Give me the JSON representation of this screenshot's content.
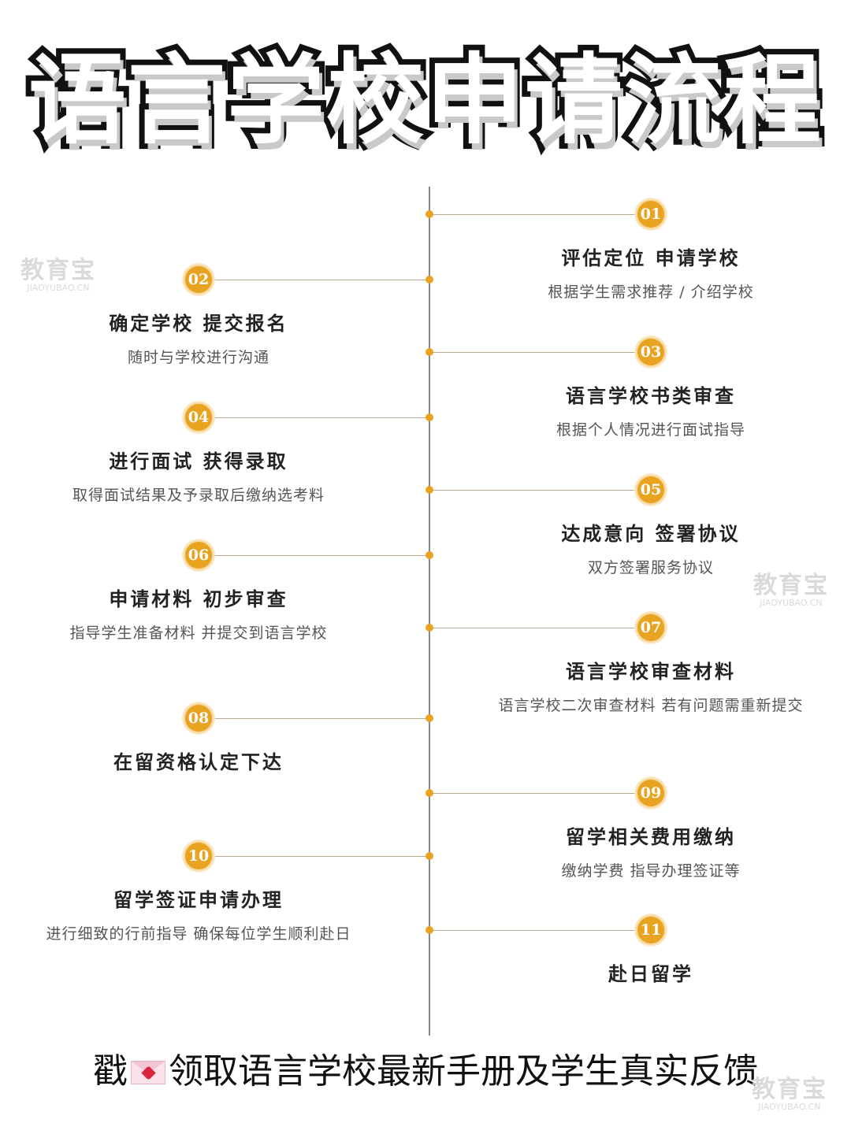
{
  "title": "语言学校申请流程",
  "steps": [
    {
      "number": "01",
      "title": "评估定位 申请学校",
      "desc": "根据学生需求推荐 / 介绍学校"
    },
    {
      "number": "02",
      "title": "确定学校 提交报名",
      "desc": "随时与学校进行沟通"
    },
    {
      "number": "03",
      "title": "语言学校书类审查",
      "desc": "根据个人情况进行面试指导"
    },
    {
      "number": "04",
      "title": "进行面试 获得录取",
      "desc": "取得面试结果及予录取后缴纳选考料"
    },
    {
      "number": "05",
      "title": "达成意向 签署协议",
      "desc": "双方签署服务协议"
    },
    {
      "number": "06",
      "title": "申请材料 初步审查",
      "desc": "指导学生准备材料  并提交到语言学校"
    },
    {
      "number": "07",
      "title": "语言学校审查材料",
      "desc": "语言学校二次审查材料  若有问题需重新提交"
    },
    {
      "number": "08",
      "title": "在留资格认定下达",
      "desc": ""
    },
    {
      "number": "09",
      "title": "留学相关费用缴纳",
      "desc": "缴纳学费  指导办理签证等"
    },
    {
      "number": "10",
      "title": "留学签证申请办理",
      "desc": "进行细致的行前指导  确保每位学生顺利赴日"
    },
    {
      "number": "11",
      "title": "赴日留学",
      "desc": ""
    }
  ],
  "footer": {
    "before_icon": "戳",
    "icon": "love-letter-icon",
    "after_icon": "领取语言学校最新手册及学生真实反馈"
  },
  "watermark": {
    "brand": "教育宝",
    "url": "JIAOYUBAO.CN"
  },
  "colors": {
    "accent": "#e8a321",
    "axis": "#888888",
    "connector": "#b7a898",
    "title_stroke": "#111111"
  }
}
